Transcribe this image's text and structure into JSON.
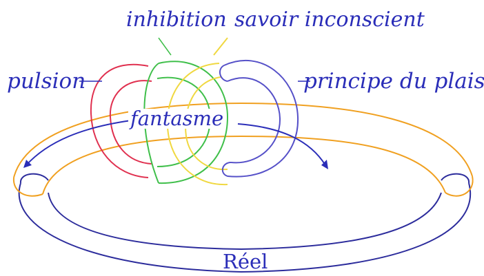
{
  "labels": {
    "inhibition": "inhibition",
    "savoir": "savoir inconscient",
    "pulsion": "pulsion",
    "plaisir": "principe du plaisir",
    "fantasme": "fantasme",
    "reel": "Réel"
  },
  "colors": {
    "text": "#2a2db8",
    "red_ring": "#e0304f",
    "green_ring": "#3fbf4a",
    "yellow_ring": "#f0d840",
    "violet_ring": "#5550c8",
    "orange_band": "#f0a020",
    "navy_reel": "#2c2c9c",
    "arrow": "#2a2db8"
  }
}
